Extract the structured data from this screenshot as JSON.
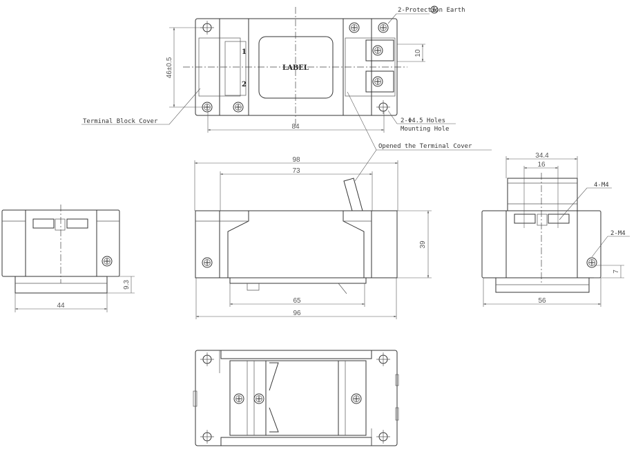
{
  "callouts": {
    "protection_earth": "2-Protection Earth",
    "terminal_block_cover": "Terminal Block Cover",
    "holes": "2-Φ4.5 Holes",
    "mounting_hole": "Mounting Hole",
    "opened_cover": "Opened the Terminal Cover",
    "m4_4": "4-M4",
    "m4_2": "2-M4"
  },
  "top_view": {
    "label": "LABEL",
    "terminal_1": "1",
    "terminal_2": "2",
    "dim_height": "46±0.5",
    "dim_width": "84",
    "dim_pitch": "10"
  },
  "front_view": {
    "dim_overall": "98",
    "dim_body": "73",
    "dim_height": "39",
    "dim_rail": "65",
    "dim_base": "96"
  },
  "left_view": {
    "dim_width": "44",
    "dim_rail": "9.3"
  },
  "right_view": {
    "dim_cover": "34.4",
    "dim_terminal_pitch": "16",
    "dim_screw": "7",
    "dim_width": "56"
  },
  "icons": [
    "earth-ground-icon"
  ]
}
